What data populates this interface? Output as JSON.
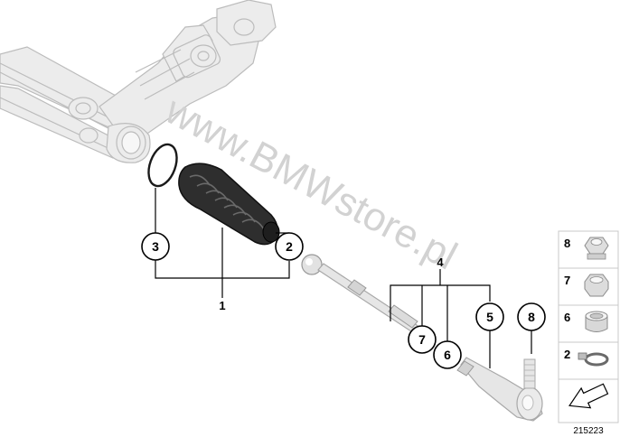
{
  "watermark": "www.BMWstore.pl",
  "callouts": [
    {
      "id": "c3",
      "label": "3"
    },
    {
      "id": "c2",
      "label": "2"
    },
    {
      "id": "c7",
      "label": "7"
    },
    {
      "id": "c6",
      "label": "6"
    },
    {
      "id": "c5",
      "label": "5"
    },
    {
      "id": "c8",
      "label": "8"
    }
  ],
  "group_labels": [
    {
      "id": "g1",
      "label": "1"
    },
    {
      "id": "g4",
      "label": "4"
    }
  ],
  "legend": [
    {
      "label": "8",
      "part": "nut-icon"
    },
    {
      "label": "7",
      "part": "washer-icon"
    },
    {
      "label": "6",
      "part": "sleeve-icon"
    },
    {
      "label": "2",
      "part": "clamp-icon"
    }
  ],
  "diagram_code": "215223",
  "colors": {
    "line": "#000000",
    "part_gray": "#e6e6e6",
    "part_stroke": "#b4b4b4",
    "boot_dark": "#2e2e2e",
    "watermark": "#d2d2d2"
  }
}
